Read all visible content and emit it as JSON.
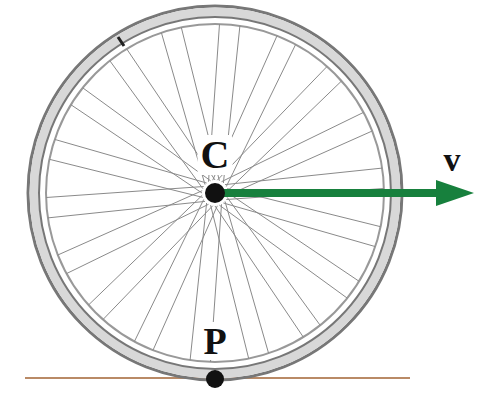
{
  "diagram": {
    "labels": [
      "C",
      "P",
      "v"
    ]
  }
}
